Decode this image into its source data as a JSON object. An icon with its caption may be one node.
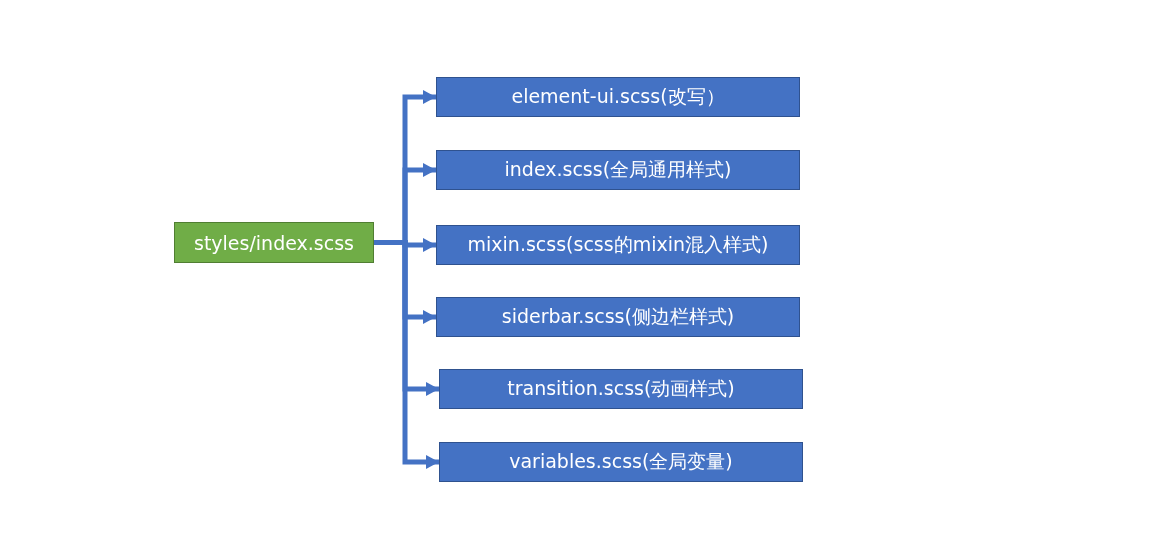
{
  "diagram": {
    "nodes": [
      {
        "text": [
          "styles/index.scss"
        ]
      },
      {
        "text": [
          "element-ui.scss(改写）"
        ]
      },
      {
        "text": [
          "index.scss(全局通用样式)"
        ]
      },
      {
        "text": [
          "mixin.scss(scss的mixin混入样式)"
        ]
      },
      {
        "text": [
          "siderbar.scss(侧边栏样式)"
        ]
      },
      {
        "text": [
          "transition.scss(动画样式)"
        ]
      },
      {
        "text": [
          "variables.scss(全局变量)"
        ]
      }
    ],
    "edges": [
      {
        "from": 0,
        "to": 1,
        "arrow": "to"
      },
      {
        "from": 0,
        "to": 2,
        "arrow": "to"
      },
      {
        "from": 0,
        "to": 3,
        "arrow": "to"
      },
      {
        "from": 0,
        "to": 4,
        "arrow": "to"
      },
      {
        "from": 0,
        "to": 5,
        "arrow": "to"
      },
      {
        "from": 0,
        "to": 6,
        "arrow": "to"
      }
    ]
  }
}
